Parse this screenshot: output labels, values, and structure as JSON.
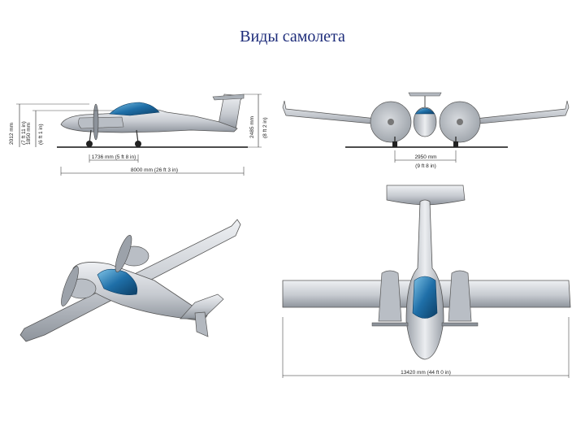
{
  "slide": {
    "title": "Виды самолета"
  },
  "side_view": {
    "height_total": "2012 mm",
    "height_total_in": "(7 ft 11 in)",
    "height_cabin": "1850 mm",
    "height_cabin_in": "(6 ft 1 in)",
    "height_tail": "2485 mm",
    "height_tail_in": "(8 ft 2 in)",
    "wheelbase": "1736 mm (5 ft 8 in)",
    "length": "8000 mm (26 ft 3 in)"
  },
  "front_view": {
    "track": "2950 mm",
    "track_in": "(9 ft 8 in)"
  },
  "top_view": {
    "span": "13420 mm (44 ft 0 in)"
  },
  "colors": {
    "title": "#1d2c7a",
    "airframe": "#c8ccd2",
    "airframe_dark": "#8d939c",
    "canopy": "#2a7fb5",
    "outline": "#333333"
  }
}
